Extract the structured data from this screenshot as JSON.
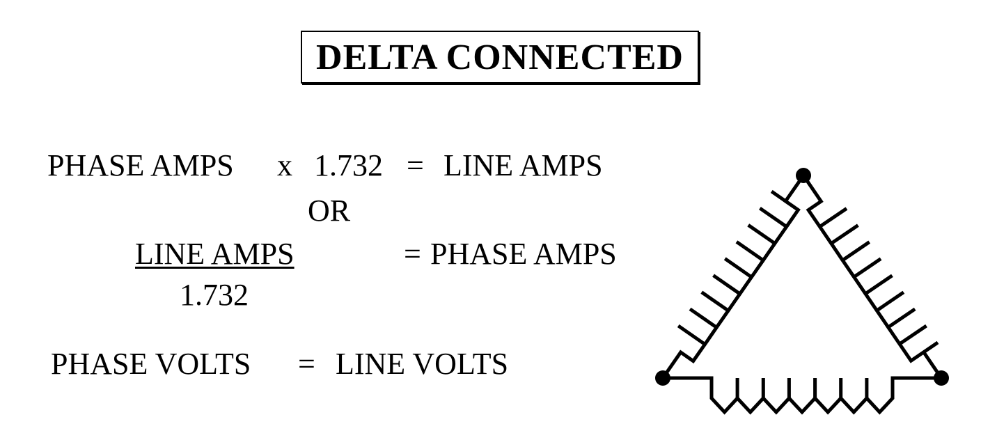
{
  "title": "DELTA CONNECTED",
  "equation1": {
    "left": "PHASE AMPS",
    "op": "x",
    "factor": "1.732",
    "eq": "=",
    "right": "LINE AMPS"
  },
  "or_text": "OR",
  "equation2": {
    "numerator": "LINE AMPS",
    "denominator": "1.732",
    "eq": "=",
    "right": "PHASE AMPS"
  },
  "equation3": {
    "left": "PHASE VOLTS",
    "eq": "=",
    "right": "LINE VOLTS"
  }
}
